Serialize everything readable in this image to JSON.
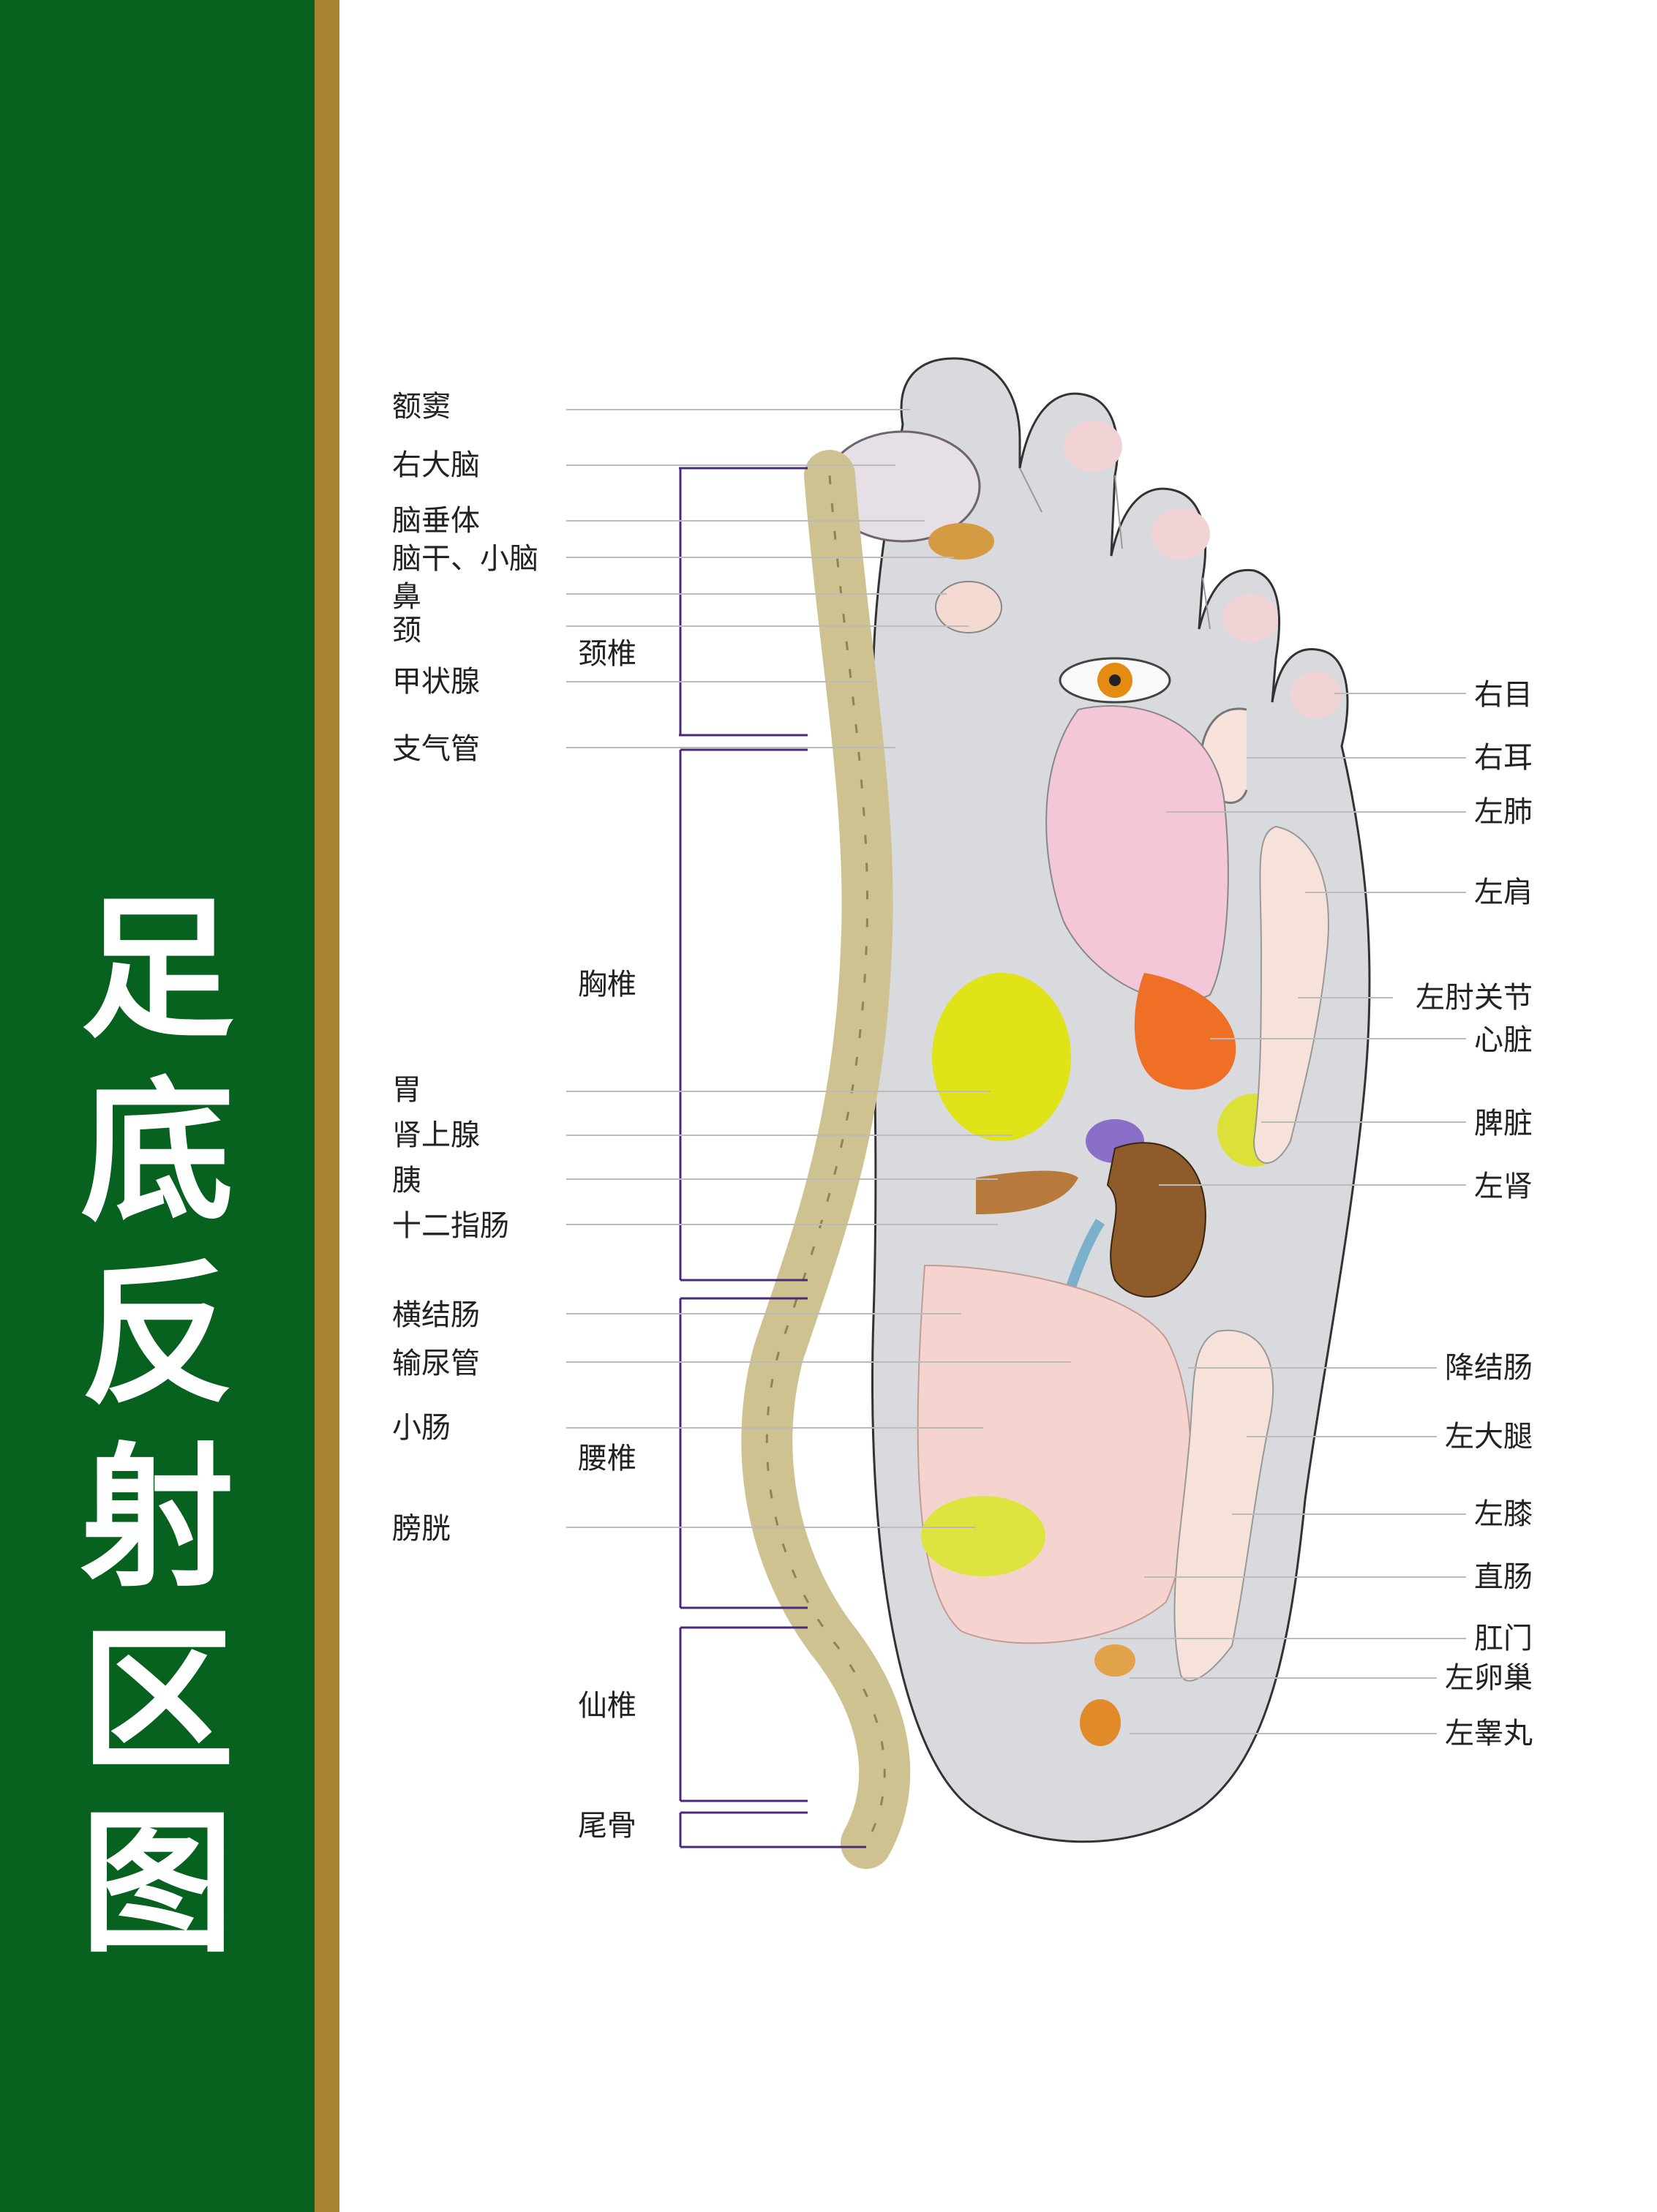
{
  "title_chars": [
    "足",
    "底",
    "反",
    "射",
    "区",
    "图"
  ],
  "colors": {
    "sidebar": "#07611f",
    "gold_stripe": "#a8832f",
    "bracket": "#4b2a7a"
  },
  "labels_left": [
    "额窦",
    "右大脑",
    "脑垂体",
    "脑干、小脑",
    "鼻",
    "颈",
    "甲状腺",
    "支气管",
    "胃",
    "肾上腺",
    "胰",
    "十二指肠",
    "横结肠",
    "输尿管",
    "小肠",
    "膀胱"
  ],
  "spine_sections": [
    "颈椎",
    "胸椎",
    "腰椎",
    "仙椎",
    "尾骨"
  ],
  "labels_right": [
    "右目",
    "右耳",
    "左肺",
    "左肩",
    "左肘关节",
    "心脏",
    "脾脏",
    "左肾",
    "降结肠",
    "左大腿",
    "左膝",
    "直肠",
    "肛门",
    "左卵巢",
    "左睾丸"
  ]
}
